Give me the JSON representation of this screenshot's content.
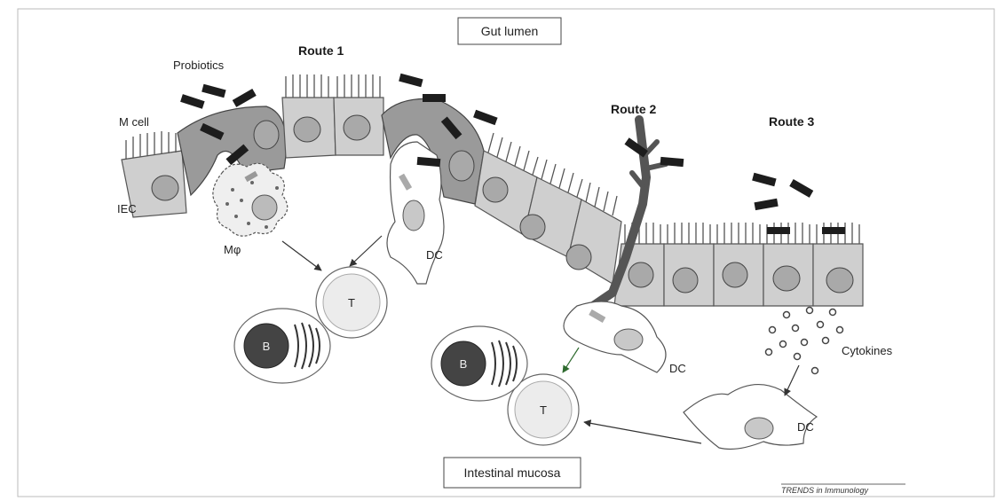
{
  "labels": {
    "gut_lumen": "Gut lumen",
    "probiotics": "Probiotics",
    "route1": "Route 1",
    "route2": "Route 2",
    "route3": "Route 3",
    "m_cell": "M cell",
    "iec": "IEC",
    "macrophage": "Mφ",
    "dc1": "DC",
    "dc2": "DC",
    "dc3": "DC",
    "t1": "T",
    "t2": "T",
    "b1": "B",
    "b2": "B",
    "cytokines": "Cytokines",
    "intestinal_mucosa": "Intestinal mucosa",
    "credit": "TRENDS in Immunology"
  },
  "colors": {
    "bacteria": "#1d1d1d",
    "epithelium": "#cfcfcf",
    "dendrite": "#555555"
  }
}
